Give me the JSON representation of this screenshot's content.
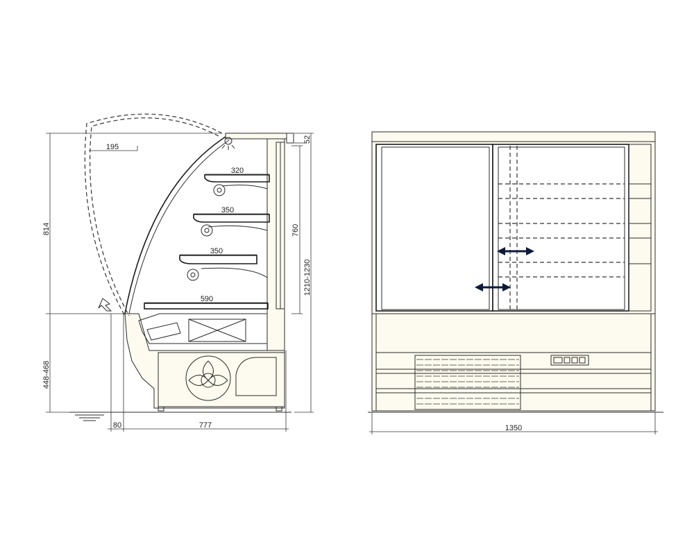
{
  "dimensions": {
    "height_total": "814",
    "height_base": "448-468",
    "depth_overhang": "195",
    "shelf_top": "320",
    "shelf_mid": "350",
    "shelf_low": "350",
    "shelf_base": "590",
    "canopy": "52",
    "inner_height": "760",
    "height_range": "1210-1230",
    "foot_offset": "80",
    "depth_total": "777",
    "width_total": "1350"
  },
  "colors": {
    "line": "#2a2a2a",
    "fill": "#fdfbef",
    "arrow": "#0d1a3a"
  }
}
